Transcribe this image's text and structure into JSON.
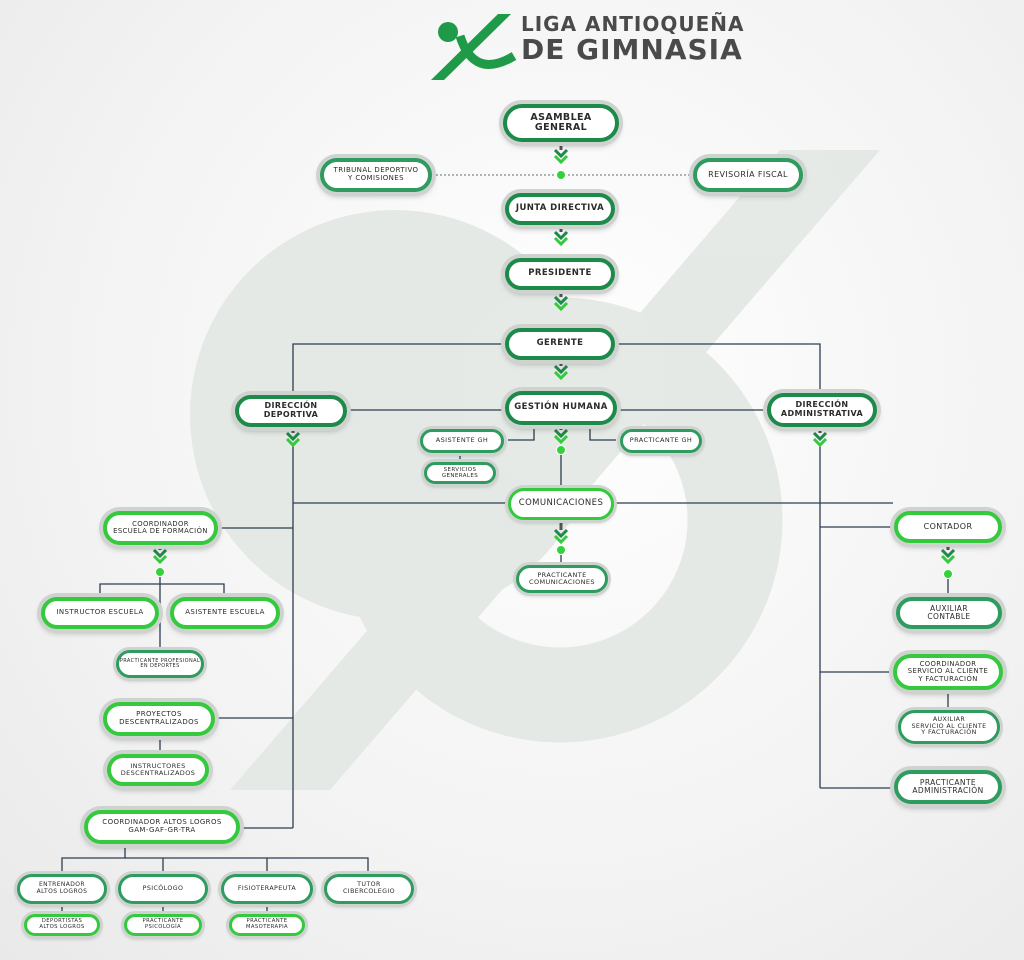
{
  "logo": {
    "line1": "LIGA ANTIOQUEÑA",
    "line2": "DE GIMNASIA",
    "colors": {
      "green": "#1f9a48",
      "bright_green": "#35c93e",
      "text": "#4a4a4a"
    }
  },
  "colors": {
    "dark_border": "#1e8a4a",
    "bright_border": "#35c93e",
    "line": "#2c3e50",
    "dot": "#35d13a"
  },
  "nodes": {
    "asamblea": "ASAMBLEA GENERAL",
    "tribunal": "TRIBUNAL DEPORTIVO\nY COMISIONES",
    "revisoria": "REVISORÍA FISCAL",
    "junta": "JUNTA DIRECTIVA",
    "presidente": "PRESIDENTE",
    "gerente": "GERENTE",
    "dir_deportiva": "DIRECCIÓN DEPORTIVA",
    "gestion_humana": "GESTIÓN HUMANA",
    "dir_administrativa": "DIRECCIÓN\nADMINISTRATIVA",
    "asistente_gh": "ASISTENTE GH",
    "servicios_generales": "SERVICIOS\nGENERALES",
    "practicante_gh": "PRACTICANTE GH",
    "comunicaciones": "COMUNICACIONES",
    "practicante_comunicaciones": "PRACTICANTE\nCOMUNICACIONES",
    "coord_escuela": "COORDINADOR\nESCUELA DE FORMACIÓN",
    "instructor_escuela": "INSTRUCTOR ESCUELA",
    "asistente_escuela": "ASISTENTE ESCUELA",
    "practicante_profesional": "PRACTICANTE PROFESIONAL\nEN DEPORTES",
    "proyectos": "PROYECTOS\nDESCENTRALIZADOS",
    "instructores_desc": "INSTRUCTORES\nDESCENTRALIZADOS",
    "coord_altos": "COORDINADOR ALTOS LOGROS\nGAM-GAF-GR-TRA",
    "entrenador": "ENTRENADOR\nALTOS LOGROS",
    "deportistas": "DEPORTISTAS\nALTOS LOGROS",
    "psicologo": "PSICÓLOGO",
    "practicante_psicologia": "PRACTICANTE\nPSICOLOGÍA",
    "fisioterapeuta": "FISIOTERAPEUTA",
    "practicante_masoterapia": "PRACTICANTE\nMASOTERAPIA",
    "tutor": "TUTOR\nCIBERCOLEGIO",
    "contador": "CONTADOR",
    "auxiliar_contable": "AUXILIAR\nCONTABLE",
    "coord_servicio": "COORDINADOR\nSERVICIO AL CLIENTE\nY FACTURACIÓN",
    "auxiliar_servicio": "AUXILIAR\nSERVICIO AL CLIENTE\nY FACTURACIÓN",
    "practicante_admin": "PRACTICANTE\nADMINISTRACIÓN"
  }
}
